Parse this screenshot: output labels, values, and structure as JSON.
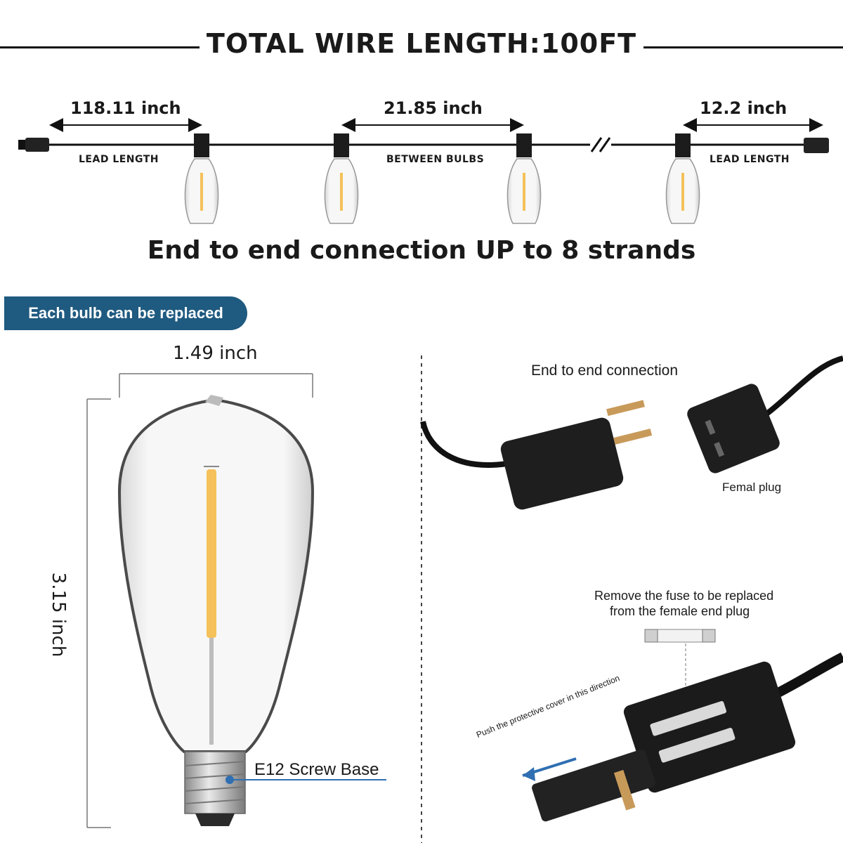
{
  "header": {
    "title": "TOTAL WIRE LENGTH:100FT"
  },
  "strand": {
    "left_lead_dim": "118.11 inch",
    "left_lead_label": "LEAD LENGTH",
    "between_dim": "21.85 inch",
    "between_label": "BETWEEN BULBS",
    "right_lead_dim": "12.2 inch",
    "right_lead_label": "LEAD LENGTH"
  },
  "headline": "End to end connection UP to 8 strands",
  "badge": {
    "text": "Each bulb can be replaced",
    "color": "#1f5a80"
  },
  "bulb": {
    "width_dim": "1.49 inch",
    "height_dim": "3.15 inch",
    "base_label": "E12 Screw Base",
    "filament_color": "#f4c15a"
  },
  "connection": {
    "title": "End to end connection",
    "female_label": "Femal plug",
    "fuse_note_line1": "Remove the fuse to be replaced",
    "fuse_note_line2": "from the female end plug",
    "push_note": "Push the protective cover in this direction",
    "arrow_color": "#2f6fb2"
  }
}
